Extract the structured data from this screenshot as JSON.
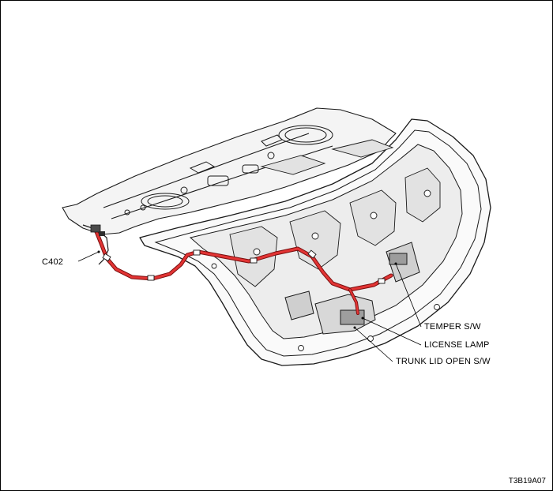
{
  "labels": {
    "connector": "C402",
    "tamper_switch": "TEMPER S/W",
    "license_lamp": "LICENSE LAMP",
    "open_switch": "TRUNK LID OPEN S/W"
  },
  "figure_code": "T3B19A07",
  "colors": {
    "harness": "#e23434",
    "harness_outline": "#7a0e0e",
    "linework": "#1a1a1a",
    "panel_fill": "#f4f4f4",
    "shade": "#bdbdbd"
  }
}
